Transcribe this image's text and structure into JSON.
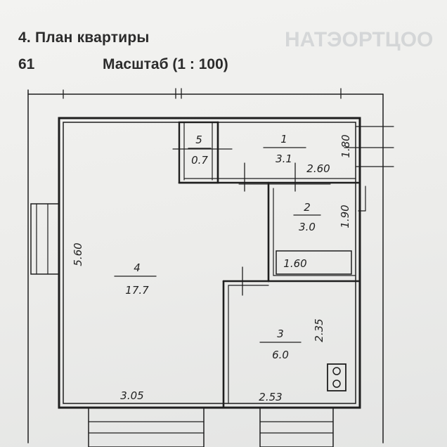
{
  "header": {
    "title": "4. План квартиры",
    "page_number": "61",
    "scale_label": "Масштаб (1 : 100)"
  },
  "rooms": [
    {
      "id": "5",
      "number": "5",
      "area": "0.7"
    },
    {
      "id": "1",
      "number": "1",
      "area": "3.1"
    },
    {
      "id": "2",
      "number": "2",
      "area": "3.0"
    },
    {
      "id": "4",
      "number": "4",
      "area": "17.7"
    },
    {
      "id": "3",
      "number": "3",
      "area": "6.0"
    }
  ],
  "dimensions": {
    "d_180": "1.80",
    "d_260": "2.60",
    "d_190": "1.90",
    "d_160": "1.60",
    "d_560": "5.60",
    "d_235": "2.35",
    "d_305": "3.05",
    "d_253": "2.53"
  },
  "colors": {
    "ink": "#1e1e1e",
    "paper": "#efefed"
  }
}
